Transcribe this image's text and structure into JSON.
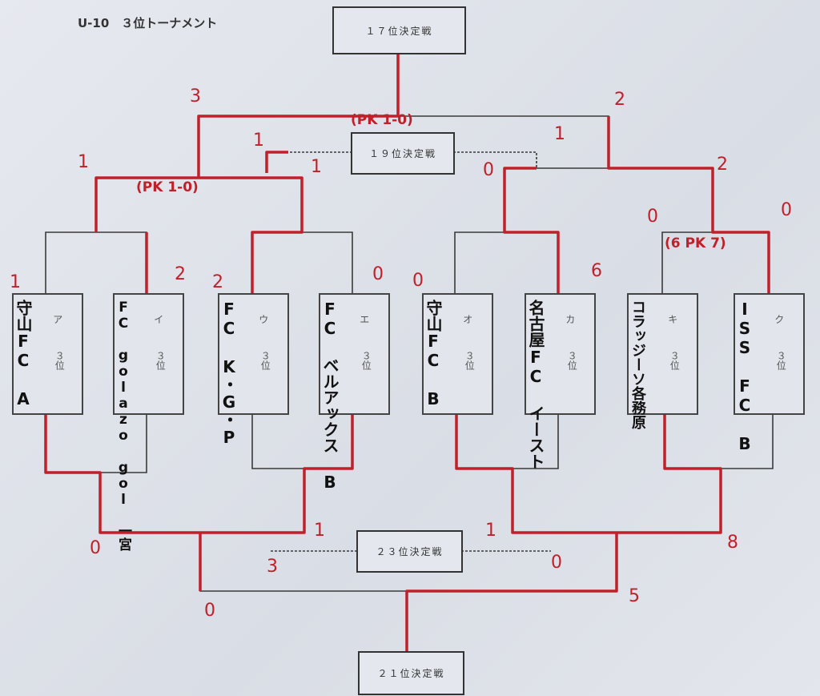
{
  "title": "U-10　３位トーナメント",
  "matches": {
    "m17": "１７位決定戦",
    "m19": "１９位決定戦",
    "m23": "２３位決定戦",
    "m21": "２１位決定戦"
  },
  "teams": [
    {
      "slot": "ア",
      "rank": "３位",
      "name": "守山FC A",
      "score": "1"
    },
    {
      "slot": "イ",
      "rank": "３位",
      "name": "FC golazo gol 一宮",
      "score": "2"
    },
    {
      "slot": "ウ",
      "rank": "３位",
      "name": "FC K・G・P",
      "score": "2"
    },
    {
      "slot": "エ",
      "rank": "３位",
      "name": "FC ベルアックス B",
      "score": "0"
    },
    {
      "slot": "オ",
      "rank": "３位",
      "name": "守山FC B",
      "score": "0"
    },
    {
      "slot": "カ",
      "rank": "３位",
      "name": "名古屋FC イースト",
      "score": "6"
    },
    {
      "slot": "キ",
      "rank": "３位",
      "name": "コラッジーソ各務原",
      "score": "0"
    },
    {
      "slot": "ク",
      "rank": "３位",
      "name": "ISS FC B",
      "score": "0"
    }
  ],
  "annotations": {
    "pk_first_round": "(6 PK 7)",
    "pk_semi_left": "(PK 1-0)",
    "pk_final17": "(PK 1-0)",
    "semi_left_score": "1",
    "semi_right_a": "0",
    "semi_right_b": "2",
    "final17_left": "3",
    "final17_right": "2",
    "m19_a": "1",
    "m19_b": "1",
    "m19_c": "1",
    "bottom_a": "0",
    "bottom_b": "1",
    "bottom_c": "3",
    "bottom_d": "1",
    "bottom_e": "0",
    "bottom_f": "8",
    "final21_left": "0",
    "final21_right": "5"
  }
}
